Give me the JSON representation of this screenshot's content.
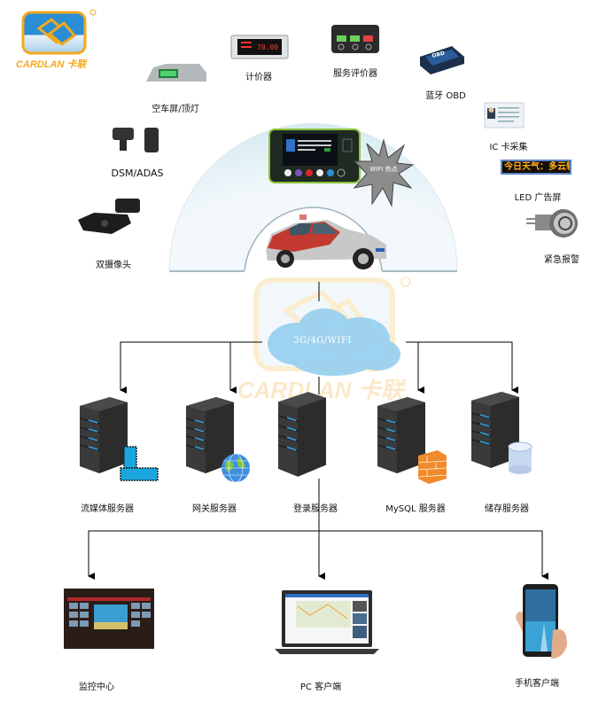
{
  "brand": {
    "name": "CARDLAN",
    "name_cn": "卡联",
    "registered": "®",
    "colors": {
      "blue": "#2a8ed4",
      "orange": "#f2a91c",
      "light_blue": "#cfe6f3"
    }
  },
  "watermark": {
    "text": "CARDLAN 卡联"
  },
  "vehicle_devices": [
    {
      "id": "roof-light",
      "label": "空车屏/顶灯",
      "icon": "taxi-roof-light-icon"
    },
    {
      "id": "meter",
      "label": "计价器",
      "icon": "taximeter-icon"
    },
    {
      "id": "evaluator",
      "label": "服务评价器",
      "icon": "service-evaluator-icon"
    },
    {
      "id": "obd",
      "label": "蓝牙 OBD",
      "icon": "bluetooth-obd-icon"
    },
    {
      "id": "dsm",
      "label": "DSM/ADAS",
      "icon": "dsm-adas-camera-icon"
    },
    {
      "id": "ic-card",
      "label": "IC 卡采集",
      "icon": "ic-card-icon"
    },
    {
      "id": "led",
      "label": "LED 广告屏",
      "icon": "led-screen-icon",
      "display_text": "今日天气：多云转"
    },
    {
      "id": "dual-cam",
      "label": "双摄像头",
      "icon": "dual-camera-icon"
    },
    {
      "id": "alarm",
      "label": "紧急报警",
      "icon": "emergency-button-icon"
    }
  ],
  "terminal": {
    "wifi_label": "WIFI 热点"
  },
  "network": {
    "label": "3G/4G/WIFI"
  },
  "servers": [
    {
      "label": "流媒体服务器",
      "badge": "film-strip-icon"
    },
    {
      "label": "网关服务器",
      "badge": "globe-icon"
    },
    {
      "label": "登录服务器",
      "badge": ""
    },
    {
      "label": "MySQL 服务器",
      "badge": "firewall-icon"
    },
    {
      "label": "储存服务器",
      "badge": "database-icon"
    }
  ],
  "clients": [
    {
      "label": "监控中心",
      "icon": "monitoring-wall-icon"
    },
    {
      "label": "PC 客户端",
      "icon": "laptop-icon"
    },
    {
      "label": "手机客户端",
      "icon": "smartphone-icon"
    }
  ]
}
